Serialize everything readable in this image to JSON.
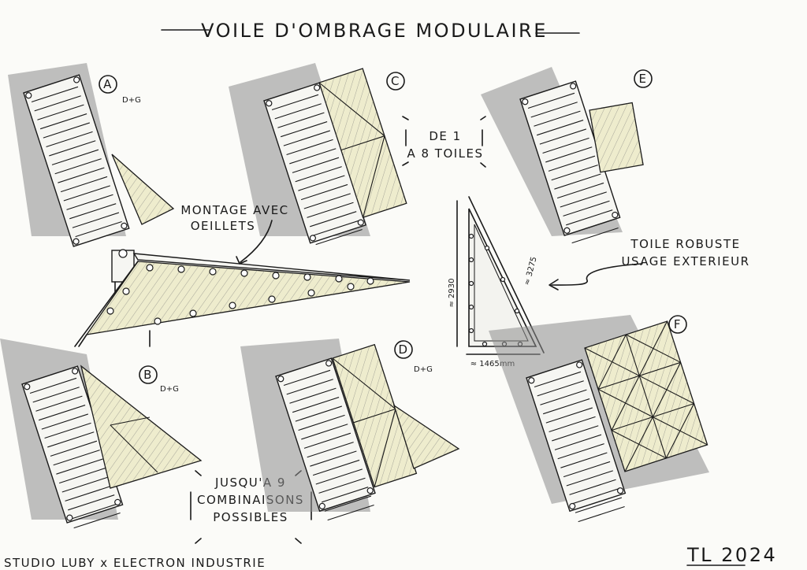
{
  "title": "VOILE D'OMBRAGE MODULAIRE",
  "configs": [
    {
      "letter": "A",
      "note": "D+G"
    },
    {
      "letter": "B",
      "note": "D+G"
    },
    {
      "letter": "C",
      "note": ""
    },
    {
      "letter": "D",
      "note": "D+G"
    },
    {
      "letter": "E",
      "note": ""
    },
    {
      "letter": "F",
      "note": ""
    }
  ],
  "callouts": {
    "toiles_line1": "DE 1",
    "toiles_line2": "A 8 TOILES",
    "montage_line1": "MONTAGE AVEC",
    "montage_line2": "OEILLETS",
    "toile_line1": "TOILE ROBUSTE",
    "toile_line2": "USAGE EXTERIEUR",
    "combi_line1": "JUSQU'A 9",
    "combi_line2": "COMBINAISONS",
    "combi_line3": "POSSIBLES"
  },
  "dimensions": {
    "height": "≈ 2930",
    "hypotenuse": "≈ 3275",
    "base": "≈ 1465mm"
  },
  "footer": {
    "left": "STUDIO LUBY  x  ELECTRON INDUSTRIE",
    "right": "TL 2024"
  }
}
